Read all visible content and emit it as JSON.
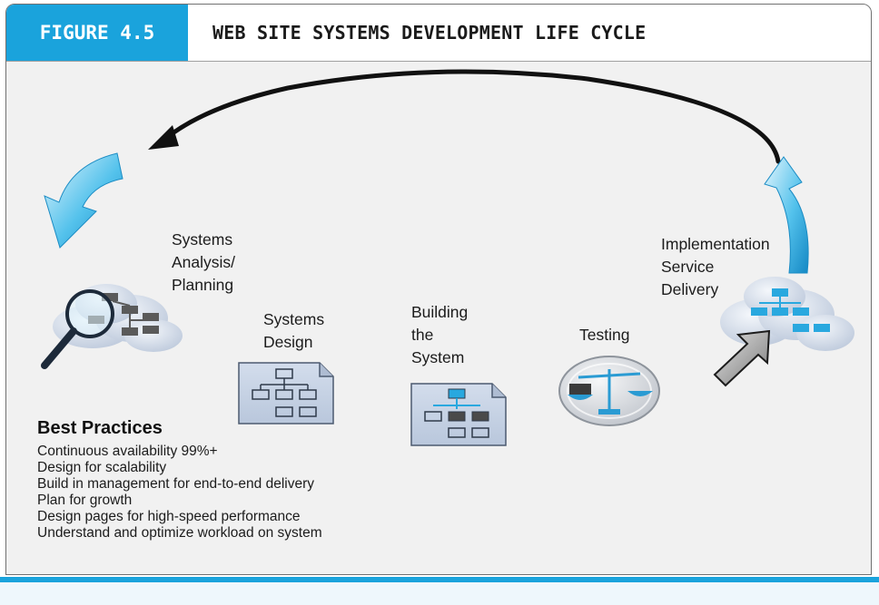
{
  "header": {
    "figure_label": "FIGURE 4.5",
    "title": "WEB SITE SYSTEMS DEVELOPMENT LIFE CYCLE"
  },
  "stages": [
    {
      "label_lines": [
        "Systems",
        "Analysis/",
        "Planning"
      ]
    },
    {
      "label_lines": [
        "Systems",
        "Design"
      ]
    },
    {
      "label_lines": [
        "Building",
        "the",
        "System"
      ]
    },
    {
      "label_lines": [
        "Testing"
      ]
    },
    {
      "label_lines": [
        "Implementation",
        "Service",
        "Delivery"
      ]
    }
  ],
  "best_practices": {
    "title": "Best Practices",
    "items": [
      "Continuous availability 99%+",
      "Design for scalability",
      "Build in management for end-to-end delivery",
      "Plan for growth",
      "Design pages for high-speed performance",
      "Understand and optimize workload on system"
    ]
  },
  "colors": {
    "accent": "#1aa3dc",
    "frame_background": "#f1f1f1",
    "cycle_arrow": "#111111",
    "cloud": "#c9d3e3"
  },
  "icons": [
    "magnifier-icon",
    "org-chart-icon",
    "document-icon",
    "scales-icon",
    "pointer-arrow-icon",
    "cycle-arrow-icon"
  ]
}
